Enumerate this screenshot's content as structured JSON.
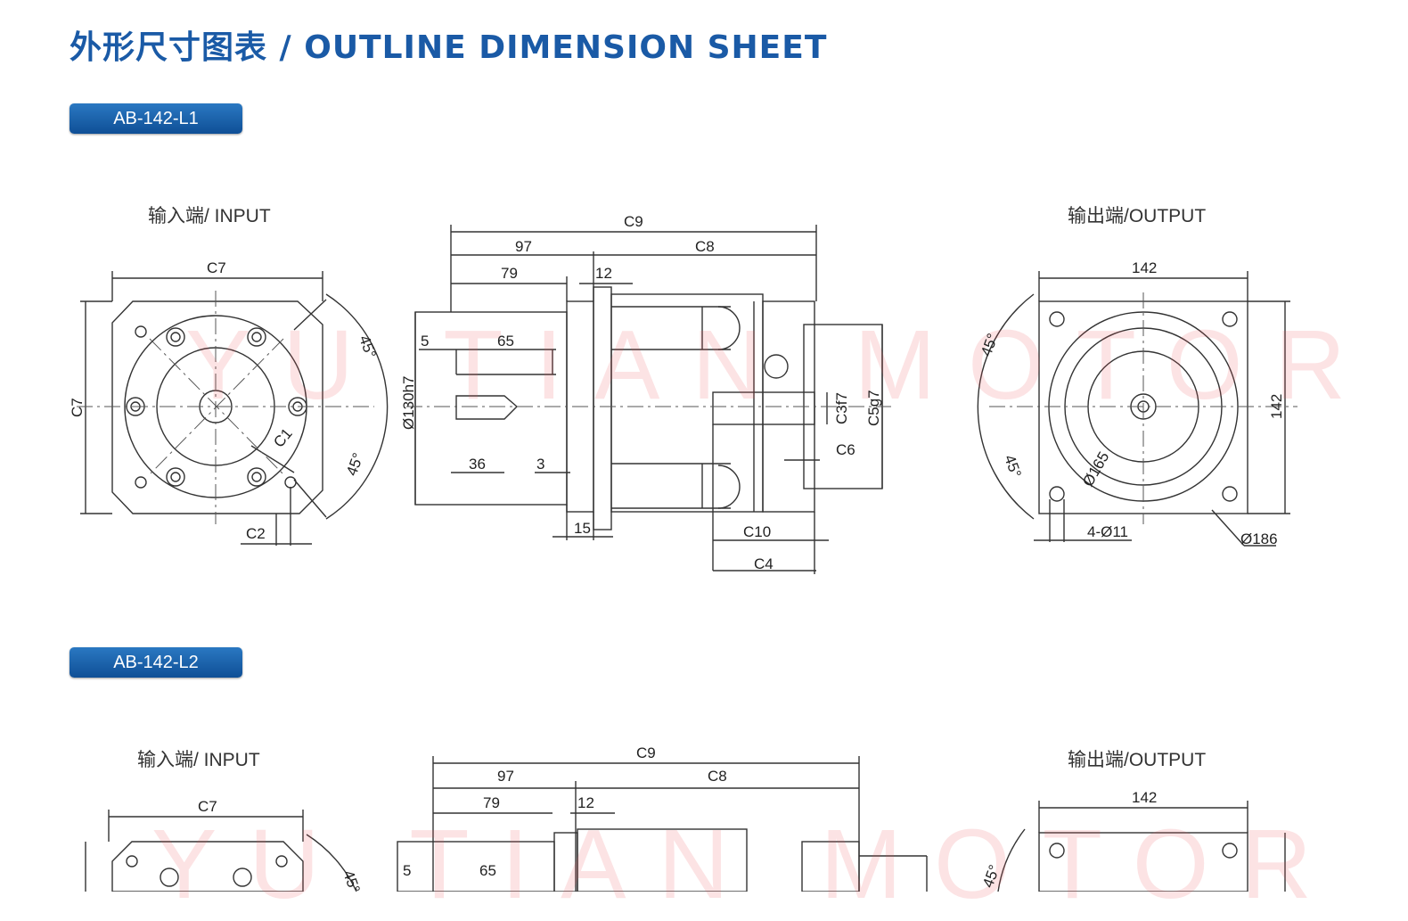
{
  "header": {
    "title": "外形尺寸图表 / OUTLINE DIMENSION SHEET"
  },
  "sections": [
    {
      "model": "AB-142-L1",
      "input_label": "输入端/ INPUT",
      "output_label": "输出端/OUTPUT",
      "input_dims": {
        "c7_top": "C7",
        "c7_side": "C7",
        "angle_top": "45°",
        "angle_bottom": "45°",
        "c1": "C1",
        "c2": "C2"
      },
      "side_dims": {
        "c9": "C9",
        "d97": "97",
        "c8": "C8",
        "d79": "79",
        "d12": "12",
        "d5": "5",
        "d65": "65",
        "d130": "Ø130h7",
        "d36": "36",
        "d3": "3",
        "d15": "15",
        "c3": "C3f7",
        "c5": "C5g7",
        "c6": "C6",
        "c10": "C10",
        "c4": "C4"
      },
      "output_dims": {
        "d142_top": "142",
        "d142_side": "142",
        "angle_top": "45°",
        "angle_bottom": "45°",
        "d165": "Ø165",
        "holes": "4-Ø11",
        "d186": "Ø186"
      }
    },
    {
      "model": "AB-142-L2",
      "input_label": "输入端/ INPUT",
      "output_label": "输出端/OUTPUT",
      "input_dims": {
        "c7_top": "C7",
        "angle_top": "45°"
      },
      "side_dims": {
        "c9": "C9",
        "d97": "97",
        "c8": "C8",
        "d79": "79",
        "d12": "12",
        "d5": "5",
        "d65": "65"
      },
      "output_dims": {
        "d142_top": "142",
        "angle_top": "45°"
      }
    }
  ],
  "watermark": "YU TIAN MOTOR"
}
